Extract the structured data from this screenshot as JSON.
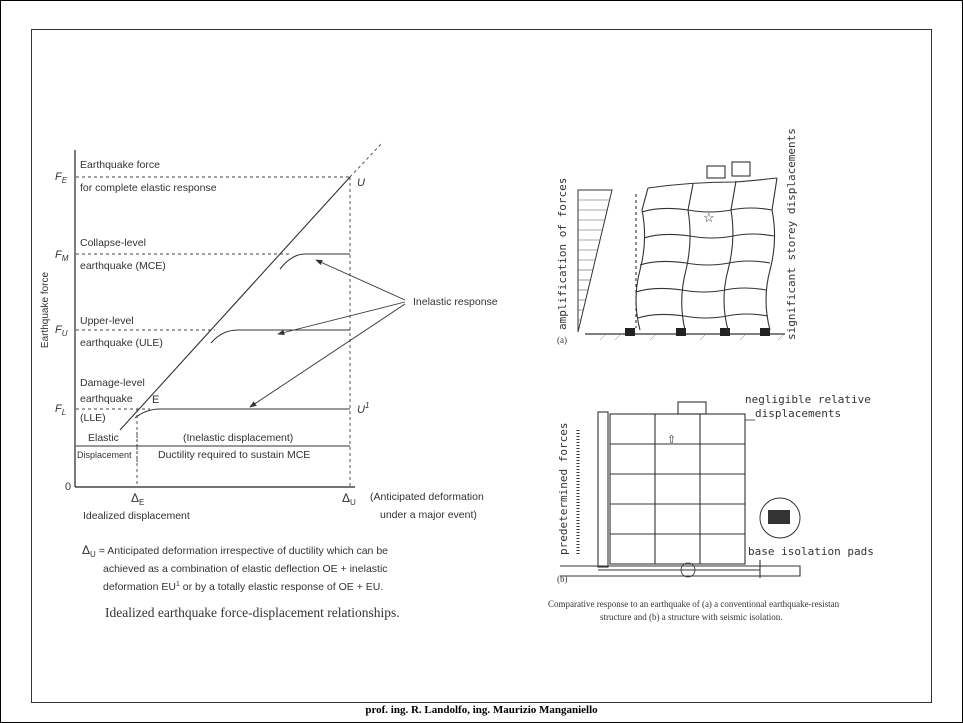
{
  "left_figure": {
    "axes": {
      "y_label": "Earthquake force",
      "x_label": "Idealized displacement",
      "origin": "0",
      "y_ticks": [
        {
          "main": "F",
          "sub": "E"
        },
        {
          "main": "F",
          "sub": "M"
        },
        {
          "main": "F",
          "sub": "U"
        },
        {
          "main": "F",
          "sub": "L"
        }
      ],
      "x_ticks": [
        {
          "main": "Δ",
          "sub": "E"
        },
        {
          "main": "Δ",
          "sub": "U"
        }
      ],
      "x_note": [
        "(Anticipated deformation",
        "under a major event)"
      ]
    },
    "labels": {
      "eq_force": [
        "Earthquake force",
        "for complete elastic response"
      ],
      "collapse": [
        "Collapse-level",
        "earthquake (MCE)"
      ],
      "upper": [
        "Upper-level",
        "earthquake (ULE)"
      ],
      "damage": [
        "Damage-level",
        "earthquake",
        "(LLE)"
      ],
      "point_u": "U",
      "point_u1_main": "U",
      "point_u1_sup": "1",
      "point_e": "E",
      "inelastic_response": "Inelastic response",
      "elastic": "Elastic",
      "displacement": "Displacement",
      "inelastic_displacement": "(Inelastic displacement)",
      "ductility": "Ductility required to sustain MCE"
    },
    "note": {
      "line1": "= Anticipated deformation irrespective of ductility which can be",
      "line2": "achieved as a combination of elastic deflection OE + inelastic",
      "line3": "deformation EU",
      "line3_sup": "1",
      "line3_end": " or by a totally elastic response of OE + EU.",
      "symbol_main": "Δ",
      "symbol_sub": "U"
    },
    "caption": "Idealized earthquake force-displacement relationships."
  },
  "right_figure": {
    "a": {
      "left_label": "amplification of forces",
      "right_label": "significant storey displacements",
      "tag": "(a)"
    },
    "b": {
      "left_label": "predetermined forces",
      "top_label": [
        "negligible relative",
        "displacements"
      ],
      "base_label": "base isolation pads",
      "tag": "(b)"
    },
    "caption": [
      "Comparative response to an earthquake of (a) a conventional earthquake-resistan",
      "structure and (b) a structure with seismic isolation."
    ]
  },
  "footer": "prof. ing. R. Landolfo, ing. Maurizio Manganiello"
}
